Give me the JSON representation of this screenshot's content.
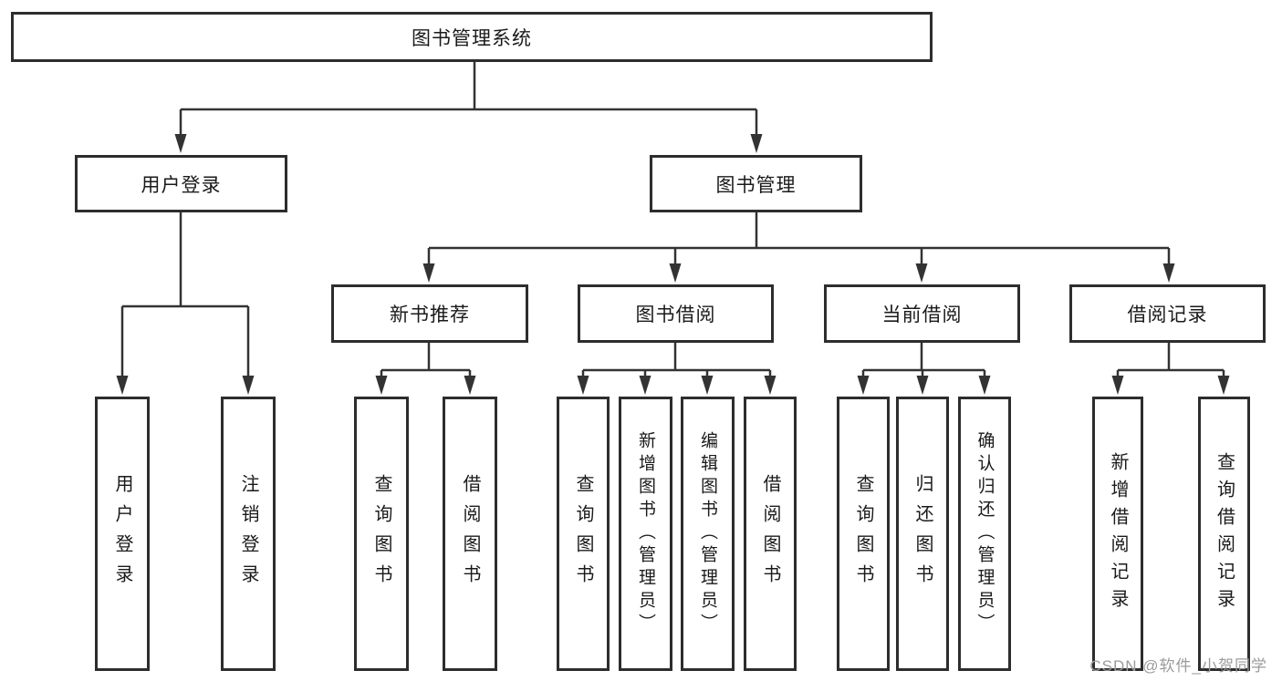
{
  "diagram": {
    "root": {
      "label": "图书管理系统"
    },
    "level2": [
      {
        "label": "用户登录"
      },
      {
        "label": "图书管理"
      }
    ],
    "level3": [
      {
        "label": "新书推荐"
      },
      {
        "label": "图书借阅"
      },
      {
        "label": "当前借阅"
      },
      {
        "label": "借阅记录"
      }
    ],
    "leaves": [
      {
        "parent": "用户登录",
        "label": "用户登录"
      },
      {
        "parent": "用户登录",
        "label": "注销登录"
      },
      {
        "parent": "新书推荐",
        "label": "查询图书"
      },
      {
        "parent": "新书推荐",
        "label": "借阅图书"
      },
      {
        "parent": "图书借阅",
        "label": "查询图书"
      },
      {
        "parent": "图书借阅",
        "label": "新增图书（管理员）"
      },
      {
        "parent": "图书借阅",
        "label": "编辑图书（管理员）"
      },
      {
        "parent": "图书借阅",
        "label": "借阅图书"
      },
      {
        "parent": "当前借阅",
        "label": "查询图书"
      },
      {
        "parent": "当前借阅",
        "label": "归还图书"
      },
      {
        "parent": "当前借阅",
        "label": "确认归还（管理员）"
      },
      {
        "parent": "借阅记录",
        "label": "新增借阅记录"
      },
      {
        "parent": "借阅记录",
        "label": "查询借阅记录"
      }
    ]
  },
  "watermark": {
    "text": "CSDN @软件_小贺同学"
  },
  "colors": {
    "line": "#333333",
    "border": "#2d2d2d",
    "text": "#1a1a1a",
    "watermark": "#9b9b9b",
    "background": "#ffffff"
  }
}
